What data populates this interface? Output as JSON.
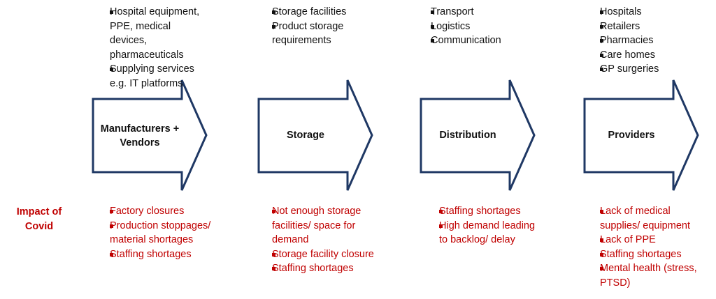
{
  "colors": {
    "arrow_stroke": "#1f3864",
    "impact_text": "#c00000",
    "body_text": "#111111"
  },
  "impact_label": "Impact of Covid",
  "stages": [
    {
      "label": "Manufacturers + Vendors",
      "inputs": [
        "Hospital equipment, PPE, medical devices, pharmaceuticals",
        "Supplying services e.g. IT platforms"
      ],
      "impacts": [
        "Factory closures",
        "Production stoppages/ material shortages",
        "Staffing shortages"
      ]
    },
    {
      "label": "Storage",
      "inputs": [
        "Storage facilities",
        "Product storage requirements"
      ],
      "impacts": [
        "Not enough storage facilities/ space for demand",
        "Storage facility closure",
        "Staffing shortages"
      ]
    },
    {
      "label": "Distribution",
      "inputs": [
        "Transport",
        "Logistics",
        "Communication"
      ],
      "impacts": [
        "Staffing shortages",
        "High demand leading to backlog/ delay"
      ]
    },
    {
      "label": "Providers",
      "inputs": [
        "Hospitals",
        "Retailers",
        "Pharmacies",
        "Care homes",
        "GP surgeries"
      ],
      "impacts": [
        "Lack of medical supplies/ equipment",
        "Lack of PPE",
        "Staffing shortages",
        "Mental health (stress, PTSD)"
      ]
    }
  ]
}
